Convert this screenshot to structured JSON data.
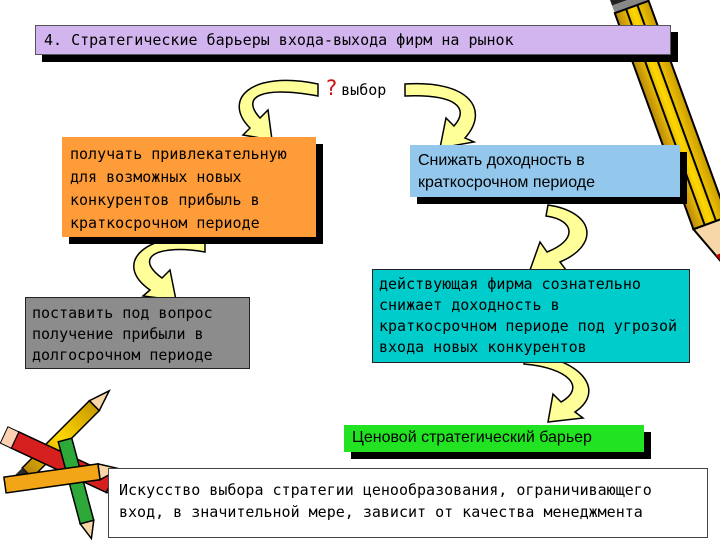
{
  "title": "4. Стратегические барьеры входа-выхода фирм на рынок",
  "choice": {
    "mark": "?",
    "label": "выбор"
  },
  "boxes": {
    "profit": "получать привлекательную для возможных новых конкурентов прибыль в краткосрочном периоде",
    "reduce": "Снижать доходность в краткосрочном периоде",
    "question": "поставить под вопрос получение прибыли в долгосрочном периоде",
    "firm": "действующая фирма сознательно снижает доходность в краткосрочном периоде под угрозой входа новых конкурентов",
    "barrier": "Ценовой стратегический барьер",
    "art": "Искусство выбора стратегии ценообразования, ограничивающего вход, в значительной мере, зависит от качества менеджмента"
  },
  "colors": {
    "title_bg": "#d2b5ee",
    "profit_bg": "#ff9c3a",
    "reduce_bg": "#93c8ec",
    "question_bg": "#8c8c8c",
    "firm_bg": "#00cccc",
    "barrier_bg": "#21e321",
    "arrow_fill": "#ffff99",
    "choice_mark": "#d01010"
  },
  "icons": [
    "curved-arrow-icon",
    "pencil-icon"
  ]
}
